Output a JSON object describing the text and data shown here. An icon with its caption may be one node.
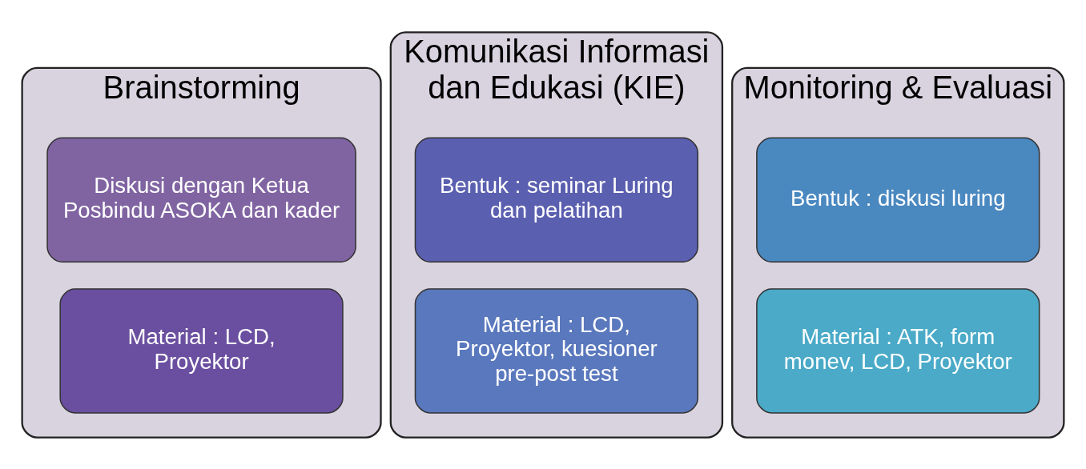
{
  "diagram": {
    "nodes": [
      {
        "text": [
          "Brainstorming"
        ]
      },
      {
        "text": [
          "Diskusi dengan Ketua Posbindu ASOKA dan kader"
        ],
        "in": 0
      },
      {
        "text": [
          "Material : LCD, Proyektor"
        ],
        "in": 0
      },
      {
        "text": [
          "Komunikasi Informasi dan Edukasi (KIE)"
        ]
      },
      {
        "text": [
          "Bentuk : seminar Luring dan pelatihan"
        ],
        "in": 3
      },
      {
        "text": [
          "Material : LCD, Proyektor, kuesioner pre-post test"
        ],
        "in": 3
      },
      {
        "text": [
          "Monitoring & Evaluasi"
        ]
      },
      {
        "text": [
          "Bentuk : diskusi luring"
        ],
        "in": 6
      },
      {
        "text": [
          "Material : ATK, form monev, LCD, Proyektor"
        ],
        "in": 6
      }
    ],
    "edges": []
  }
}
